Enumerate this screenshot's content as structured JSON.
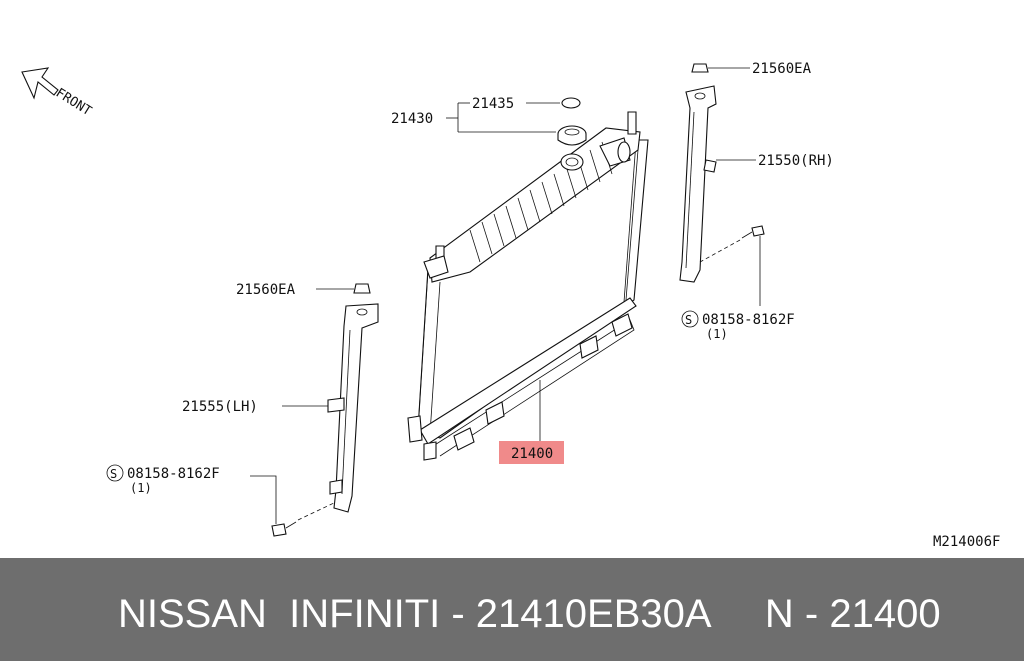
{
  "labels": {
    "front": "FRONT",
    "cap_seal": "21435",
    "cap_assembly": "21430",
    "grommet_rh": "21560EA",
    "bracket_rh": "21550(RH)",
    "bolt_rh_code": "08158-8162F",
    "bolt_rh_qty": "(1)",
    "grommet_lh": "21560EA",
    "bracket_lh": "21555(LH)",
    "bolt_lh_code": "08158-8162F",
    "bolt_lh_qty": "(1)",
    "radiator": "21400",
    "diagram_ref": "M214006F",
    "bolt_symbol": "S"
  },
  "colors": {
    "highlight": "#f08a8a",
    "footer_bg": "#6e6e6e",
    "footer_text": "#ffffff"
  },
  "footer": {
    "text": "NISSAN  INFINITI - 21410EB30A     N - 21400"
  }
}
